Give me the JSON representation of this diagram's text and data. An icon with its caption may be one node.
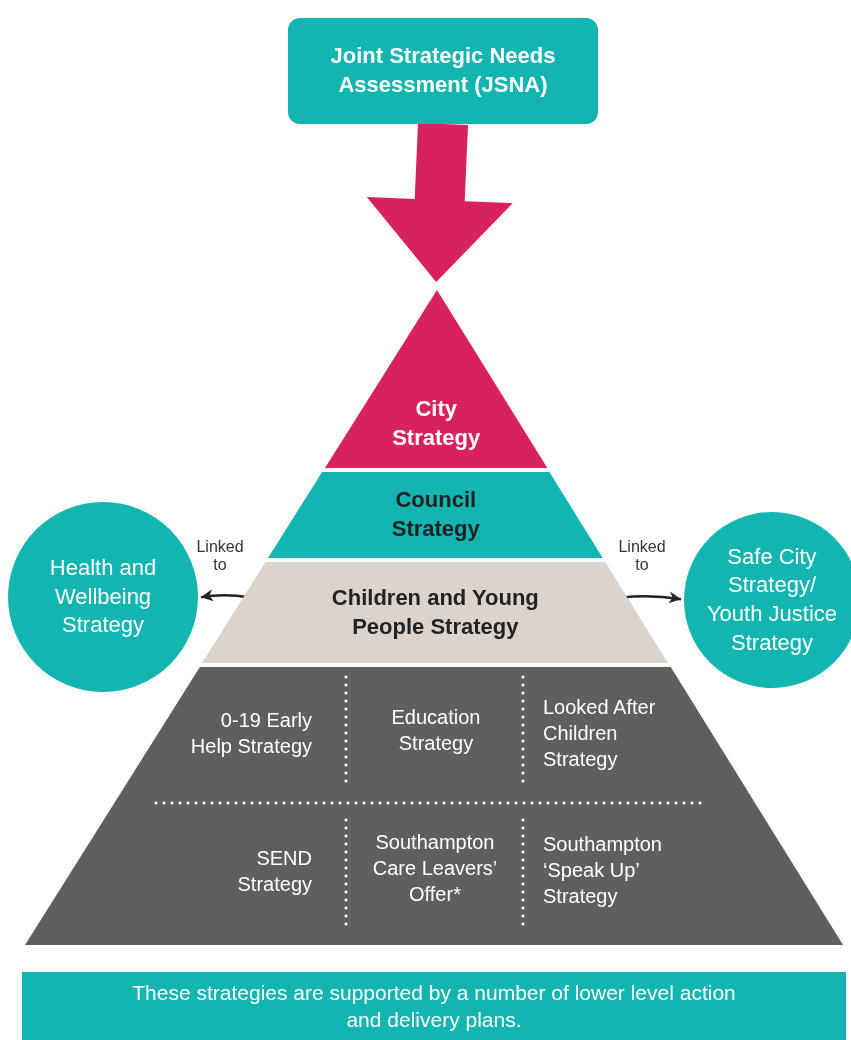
{
  "diagram": {
    "nodes": [
      {
        "text": [
          "Joint Strategic Needs Assessment (JSNA)"
        ]
      },
      {
        "text": [
          "City Strategy"
        ]
      },
      {
        "text": [
          "Council Strategy"
        ]
      },
      {
        "text": [
          "Children and Young People Strategy"
        ]
      },
      {
        "text": [
          "Health and Wellbeing Strategy"
        ]
      },
      {
        "text": [
          "Safe City Strategy/ Youth Justice Strategy"
        ]
      },
      {
        "text": [
          "0-19 Early Help Strategy"
        ]
      },
      {
        "text": [
          "Education Strategy"
        ]
      },
      {
        "text": [
          "Looked After Children Strategy"
        ]
      },
      {
        "text": [
          "SEND Strategy"
        ]
      },
      {
        "text": [
          "Southampton Care Leavers’ Offer*"
        ]
      },
      {
        "text": [
          "Southampton ‘Speak Up’ Strategy"
        ]
      },
      {
        "text": [
          "These strategies are supported by a number of lower level action and delivery plans."
        ]
      }
    ],
    "edges": [
      {
        "from": 0,
        "to": 1,
        "arrow": "to",
        "style": "thick",
        "color": "#d8215f"
      },
      {
        "from": 3,
        "to": 4,
        "arrow": "to",
        "label": "Linked to"
      },
      {
        "from": 3,
        "to": 5,
        "arrow": "to",
        "label": "Linked to"
      }
    ]
  }
}
